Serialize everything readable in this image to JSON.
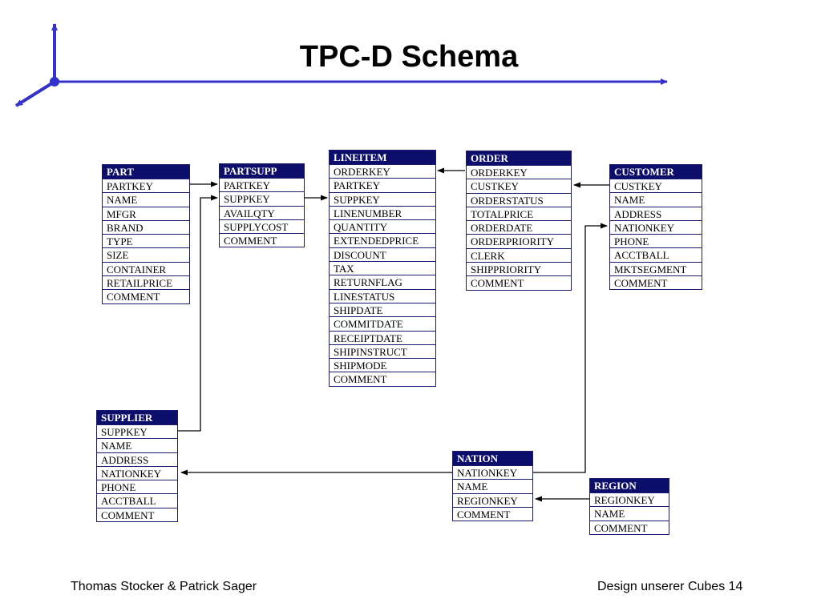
{
  "slide": {
    "title": "TPC-D Schema",
    "footer_left": "Thomas Stocker & Patrick Sager",
    "footer_right": "Design unserer Cubes 14",
    "axis_color": "#3333cc"
  },
  "tables": {
    "part": {
      "name": "PART",
      "columns": [
        "PARTKEY",
        "NAME",
        "MFGR",
        "BRAND",
        "TYPE",
        "SIZE",
        "CONTAINER",
        "RETAILPRICE",
        "COMMENT"
      ]
    },
    "partsupp": {
      "name": "PARTSUPP",
      "columns": [
        "PARTKEY",
        "SUPPKEY",
        "AVAILQTY",
        "SUPPLYCOST",
        "COMMENT"
      ]
    },
    "lineitem": {
      "name": "LINEITEM",
      "columns": [
        "ORDERKEY",
        "PARTKEY",
        "SUPPKEY",
        "LINENUMBER",
        "QUANTITY",
        "EXTENDEDPRICE",
        "DISCOUNT",
        "TAX",
        "RETURNFLAG",
        "LINESTATUS",
        "SHIPDATE",
        "COMMITDATE",
        "RECEIPTDATE",
        "SHIPINSTRUCT",
        "SHIPMODE",
        "COMMENT"
      ]
    },
    "order": {
      "name": "ORDER",
      "columns": [
        "ORDERKEY",
        "CUSTKEY",
        "ORDERSTATUS",
        "TOTALPRICE",
        "ORDERDATE",
        "ORDERPRIORITY",
        "CLERK",
        "SHIPPRIORITY",
        "COMMENT"
      ]
    },
    "customer": {
      "name": "CUSTOMER",
      "columns": [
        "CUSTKEY",
        "NAME",
        "ADDRESS",
        "NATIONKEY",
        "PHONE",
        "ACCTBALL",
        "MKTSEGMENT",
        "COMMENT"
      ]
    },
    "supplier": {
      "name": "SUPPLIER",
      "columns": [
        "SUPPKEY",
        "NAME",
        "ADDRESS",
        "NATIONKEY",
        "PHONE",
        "ACCTBALL",
        "COMMENT"
      ]
    },
    "nation": {
      "name": "NATION",
      "columns": [
        "NATIONKEY",
        "NAME",
        "REGIONKEY",
        "COMMENT"
      ]
    },
    "region": {
      "name": "REGION",
      "columns": [
        "REGIONKEY",
        "NAME",
        "COMMENT"
      ]
    }
  },
  "relationships": [
    {
      "from": "part.PARTKEY",
      "to": "partsupp.PARTKEY"
    },
    {
      "from": "partsupp.SUPPKEY",
      "to": "lineitem.SUPPKEY"
    },
    {
      "from": "order.ORDERKEY",
      "to": "lineitem.ORDERKEY"
    },
    {
      "from": "customer.CUSTKEY",
      "to": "order.CUSTKEY"
    },
    {
      "from": "supplier.SUPPKEY",
      "to": "partsupp.SUPPKEY"
    },
    {
      "from": "nation.NATIONKEY",
      "to": "supplier.NATIONKEY"
    },
    {
      "from": "nation.NATIONKEY",
      "to": "customer.NATIONKEY"
    },
    {
      "from": "region.REGIONKEY",
      "to": "nation.REGIONKEY"
    }
  ]
}
